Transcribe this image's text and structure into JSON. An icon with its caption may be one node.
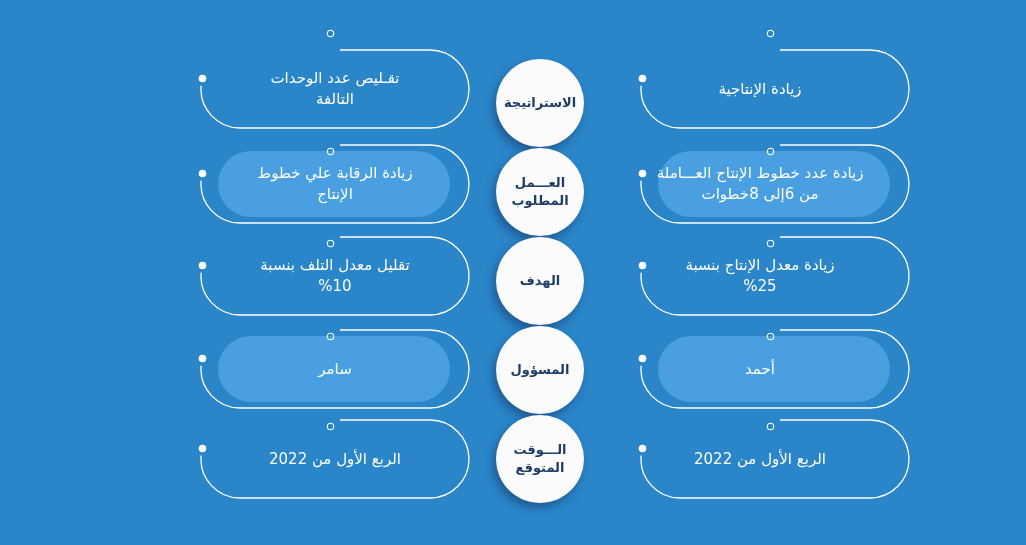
{
  "diagram": {
    "nodes": [
      {
        "text": [
          "الاستراتيجة"
        ]
      },
      {
        "text": [
          "العـــمل المطلوب"
        ]
      },
      {
        "text": [
          "الهدف"
        ]
      },
      {
        "text": [
          "المسؤول"
        ]
      },
      {
        "text": [
          "الـــوقت المتوقع"
        ]
      },
      {
        "text": [
          "زيادة الإنتاجية"
        ]
      },
      {
        "text": [
          "زيادة عدد خطوط الإنتاج العـــاملة من 6إلى 8خطوات"
        ]
      },
      {
        "text": [
          "زيادة معدل الإنتاج بنسبة 25%"
        ]
      },
      {
        "text": [
          "أحمد"
        ]
      },
      {
        "text": [
          "الربع الأول من 2022"
        ]
      },
      {
        "text": [
          "تقـليص عدد الوحدات التالفة"
        ]
      },
      {
        "text": [
          "زيادة الرقابة علي خطوط الإنتاج"
        ]
      },
      {
        "text": [
          "تقليل معدل التلف بنسبة 10%"
        ]
      },
      {
        "text": [
          "سامر"
        ]
      },
      {
        "text": [
          "الربع الأول من 2022"
        ]
      }
    ]
  }
}
